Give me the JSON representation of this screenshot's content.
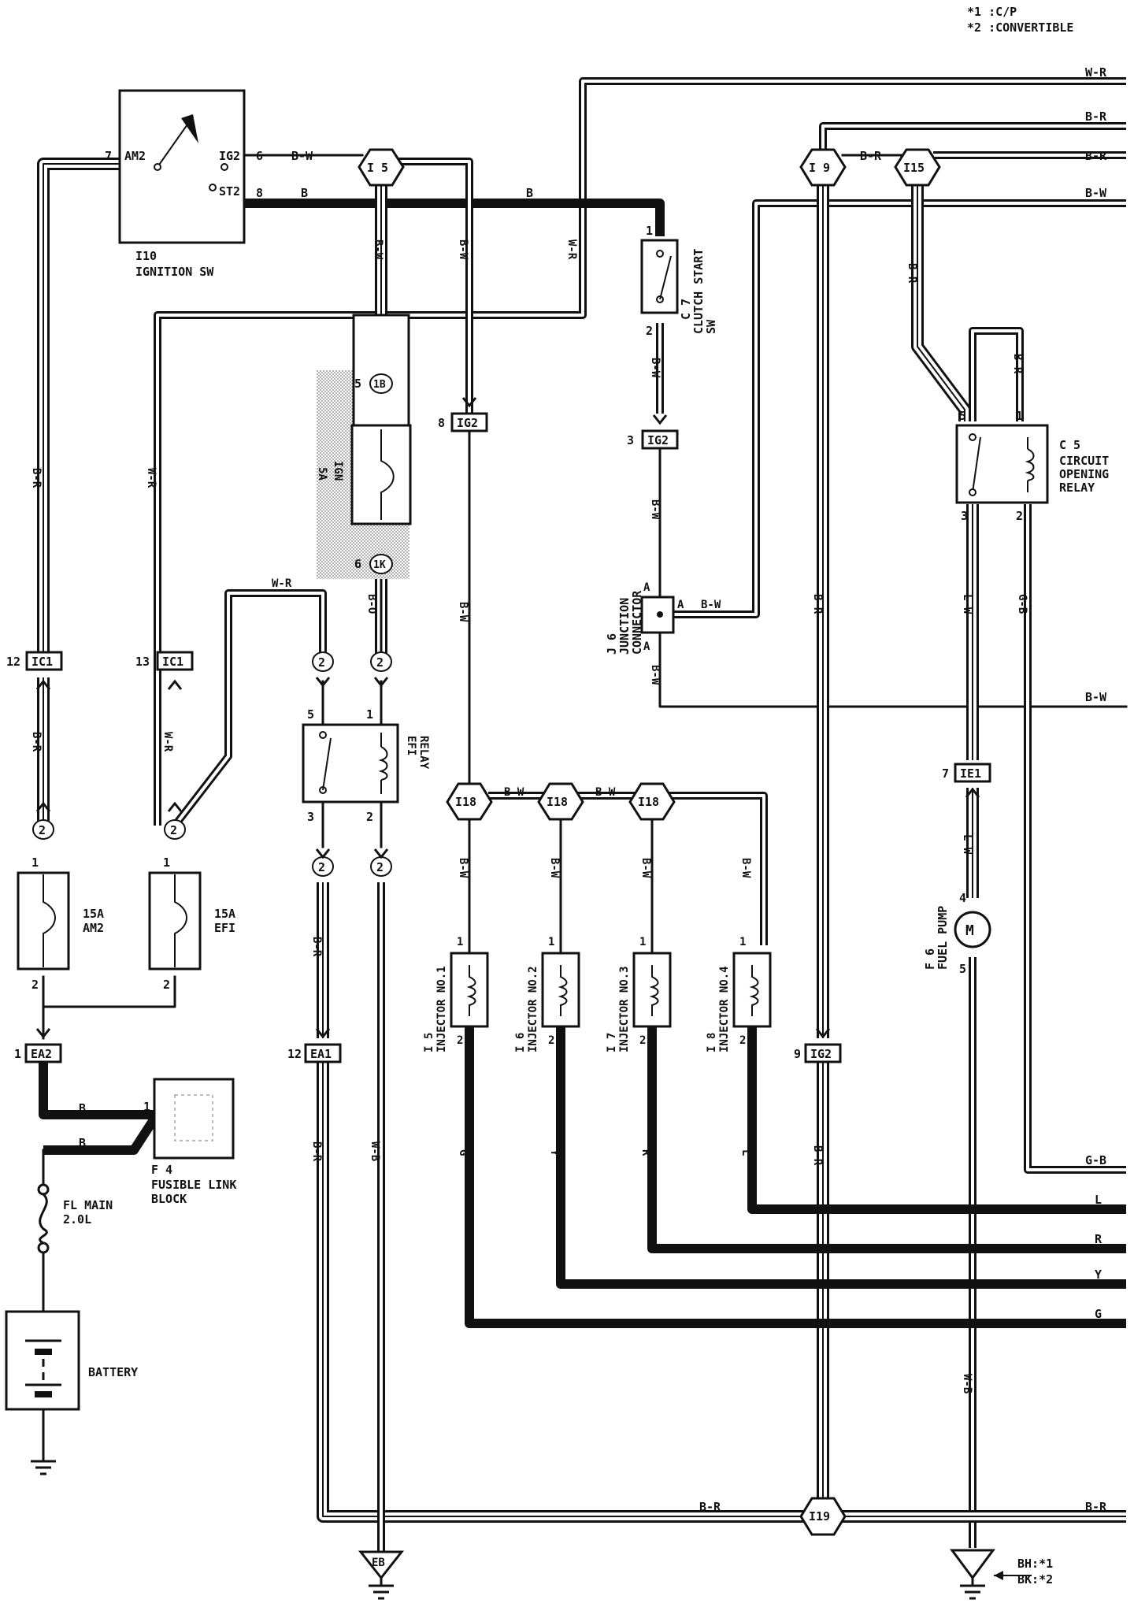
{
  "legend": {
    "note1": "*1 :C/P",
    "note2": "*2 :CONVERTIBLE"
  },
  "components": {
    "ignition_switch": {
      "id": "I10",
      "name": "IGNITION SW",
      "pin_am2": "AM2",
      "pin_ig2": "IG2",
      "pin_st2": "ST2",
      "pin7": "7",
      "pin6": "6",
      "pin8": "8"
    },
    "fuse_ign": {
      "rating": "5A",
      "name": "IGN",
      "conn": "1B",
      "conn_bottom": "1K",
      "pin_top": "5",
      "pin_bottom": "6"
    },
    "clutch_start_sw": {
      "id": "C 7",
      "name": "CLUTCH START",
      "name2": "SW",
      "pin1": "1",
      "pin2": "2"
    },
    "junction_connector": {
      "id": "J 6",
      "name": "JUNCTION",
      "name2": "CONNECTOR",
      "pin_a": "A"
    },
    "circuit_opening_relay": {
      "id": "C 5",
      "name": "CIRCUIT",
      "name2": "OPENING",
      "name3": "RELAY",
      "pin1": "1",
      "pin2": "2",
      "pin3": "3",
      "pin5": "5"
    },
    "efi_relay": {
      "name": "EFI",
      "name2": "RELAY",
      "pin1": "1",
      "pin2": "2",
      "pin3": "3",
      "pin5": "5"
    },
    "fuse_am2": {
      "rating": "15A",
      "name": "AM2",
      "pin1": "1",
      "pin2": "2"
    },
    "fuse_efi": {
      "rating": "15A",
      "name": "EFI",
      "pin1": "1",
      "pin2": "2"
    },
    "fusible_link_block": {
      "id": "F 4",
      "name": "FUSIBLE LINK",
      "name2": "BLOCK",
      "pin1": "1"
    },
    "fl_main": {
      "name": "FL MAIN",
      "rating": "2.0L"
    },
    "battery": {
      "name": "BATTERY"
    },
    "fuel_pump": {
      "id": "F 6",
      "name": "FUEL PUMP",
      "pin4": "4",
      "pin5": "5",
      "symbol": "M"
    },
    "injectors": [
      {
        "id": "I 5",
        "name": "INJECTOR NO.1",
        "pin_top": "1",
        "pin_bottom": "2"
      },
      {
        "id": "I 6",
        "name": "INJECTOR NO.2",
        "pin_top": "1",
        "pin_bottom": "2"
      },
      {
        "id": "I 7",
        "name": "INJECTOR NO.3",
        "pin_top": "1",
        "pin_bottom": "2"
      },
      {
        "id": "I 8",
        "name": "INJECTOR NO.4",
        "pin_top": "1",
        "pin_bottom": "2"
      }
    ]
  },
  "connectors": {
    "ic1_left": {
      "label": "IC1",
      "pin": "12"
    },
    "ic1_right": {
      "label": "IC1",
      "pin": "13"
    },
    "ig2_left": {
      "label": "IG2",
      "pin": "8"
    },
    "ig2_mid": {
      "label": "IG2",
      "pin": "3"
    },
    "ig2_right": {
      "label": "IG2",
      "pin": "9"
    },
    "ie1": {
      "label": "IE1",
      "pin": "7"
    },
    "ea2": {
      "label": "EA2",
      "pin": "1"
    },
    "ea1": {
      "label": "EA1",
      "pin": "12"
    },
    "splice_i5": "I 5",
    "splice_i9": "I 9",
    "splice_i15": "I15",
    "splice_i18": "I18",
    "splice_i19": "I19",
    "circle_pin": "2",
    "ground_eb": "EB"
  },
  "wires": {
    "b_w": "B-W",
    "b": "B",
    "w_r": "W-R",
    "b_r": "B-R",
    "b_o": "B-O",
    "w_b": "W-B",
    "l_w": "L-W",
    "g_b": "G-B",
    "g": "G",
    "y": "Y",
    "r": "R",
    "l": "L"
  },
  "bottom_note": {
    "line1": "BH:*1",
    "line2": "BK:*2"
  }
}
